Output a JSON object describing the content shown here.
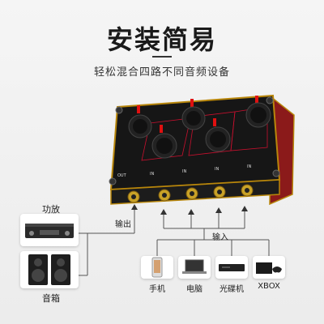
{
  "header": {
    "title": "安装简易",
    "subtitle": "轻松混合四路不同音频设备"
  },
  "device": {
    "panel_text_ports": [
      "OUT",
      "IN",
      "IN",
      "IN",
      "IN"
    ],
    "accent_color": "#c8102e",
    "body_color": "#1a1a1a",
    "trim_color": "#b8860b"
  },
  "outputs": {
    "amplifier_label": "功放",
    "speaker_label": "音箱",
    "output_label": "输出"
  },
  "inputs": {
    "input_label": "输入",
    "devices": [
      {
        "label": "手机"
      },
      {
        "label": "电脑"
      },
      {
        "label": "光碟机"
      },
      {
        "label": "XBOX"
      }
    ]
  }
}
